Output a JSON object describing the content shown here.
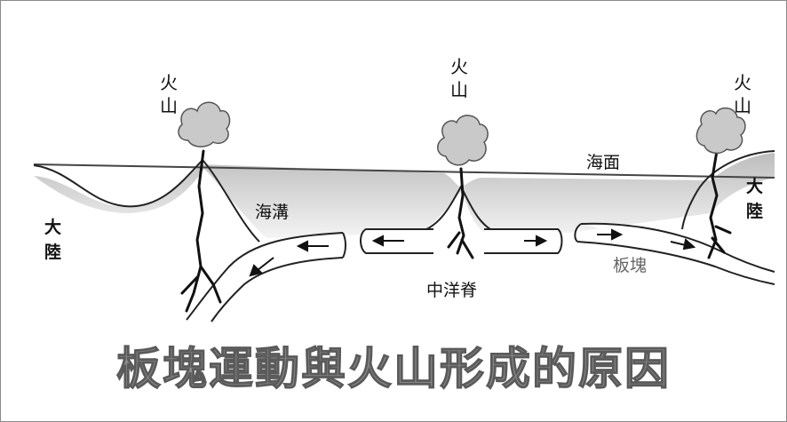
{
  "diagram": {
    "title": "板塊運動與火山形成的原因",
    "labels": {
      "volcano_left": "火山",
      "volcano_middle": "火山",
      "volcano_right": "火山",
      "sea_surface": "海面",
      "trench": "海溝",
      "continent_left": "大陸",
      "continent_right": "大陸",
      "mid_ocean_ridge": "中洋脊",
      "plate": "板塊"
    }
  }
}
